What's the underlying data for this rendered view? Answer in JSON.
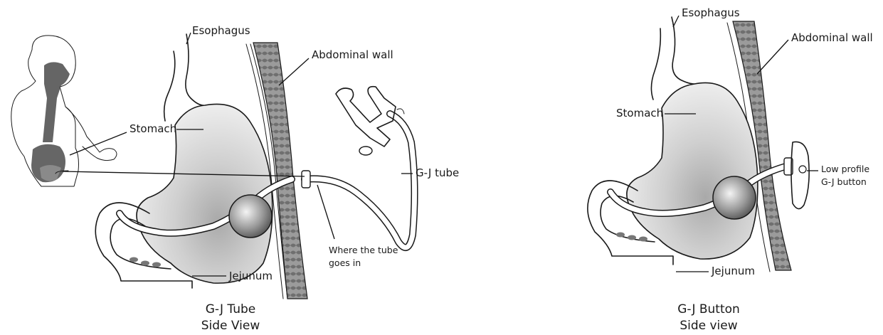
{
  "left_panel": {
    "labels": {
      "esophagus": "Esophagus",
      "abdominal_wall": "Abdominal wall",
      "stomach": "Stomach",
      "gj_tube": "G-J tube",
      "entry": [
        "Where the tube",
        "goes in"
      ],
      "jejunum": "Jejunum"
    },
    "caption": [
      "G-J Tube",
      "Side View"
    ]
  },
  "right_panel": {
    "labels": {
      "esophagus": "Esophagus",
      "abdominal_wall": "Abdominal wall",
      "stomach": "Stomach",
      "button": [
        "Low profile",
        "G-J button"
      ],
      "jejunum": "Jejunum"
    },
    "caption": [
      "G-J Button",
      "Side view"
    ]
  },
  "colors": {
    "ink": "#1a1a1a",
    "stomach_shade": "#c9c9c9",
    "wall": "#8a8a8a",
    "child_organs": "#555555"
  }
}
